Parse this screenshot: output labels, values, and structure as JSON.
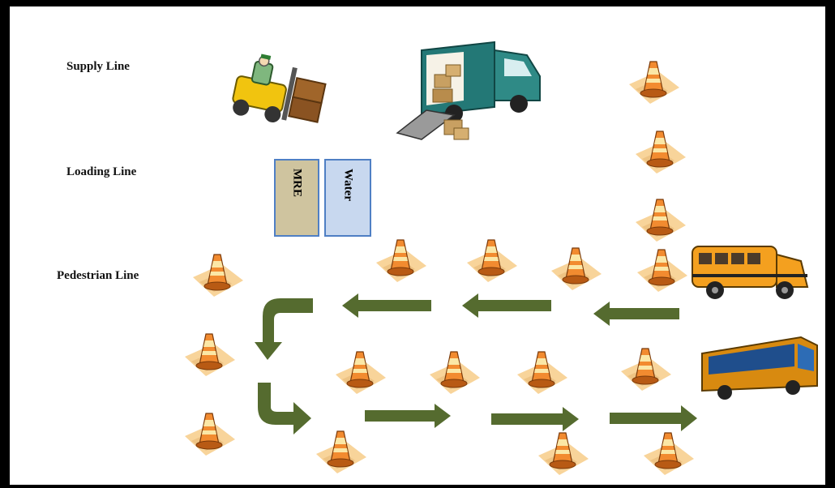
{
  "labels": {
    "supply_line": "Supply Line",
    "loading_line": "Loading Line",
    "pedestrian_line": "Pedestrian Line"
  },
  "stations": {
    "mre": {
      "label": "MRE",
      "color": "#cfc49f"
    },
    "water": {
      "label": "Water",
      "color": "#c8d8ef"
    }
  },
  "colors": {
    "arrow": "#556b2f",
    "cone_orange": "#f28b30",
    "cone_stripe": "#fbe7a6",
    "mat": "#f7cf8f",
    "bus_orange": "#f4a01f",
    "truck_teal": "#2f8a86"
  },
  "icons": [
    "forklift-icon",
    "delivery-truck-icon",
    "traffic-cone-icon",
    "school-bus-icon",
    "city-bus-icon",
    "arrow-icon"
  ]
}
